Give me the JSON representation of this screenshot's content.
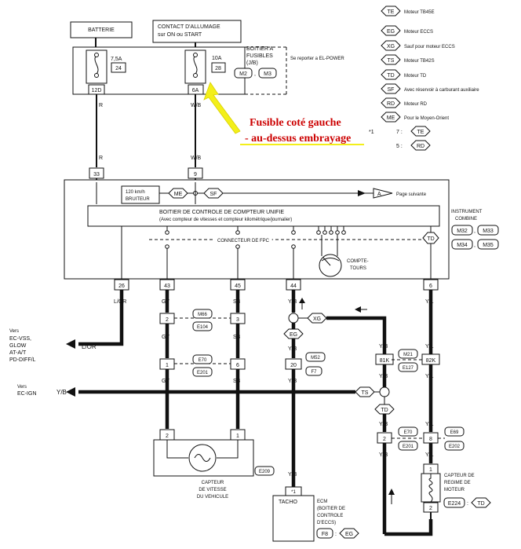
{
  "colors": {
    "annotation_red": "#cc0000",
    "annotation_yellow": "#f3ef1a",
    "ink": "#111111"
  },
  "top": {
    "battery": "BATTERIE",
    "ignition_line1": "CONTACT D'ALLUMAGE",
    "ignition_line2": "sur ON ou START",
    "fuse_box_line1": "BOITIER A",
    "fuse_box_line2": "FUSIBLES",
    "fuse_box_line3": "(J/B)",
    "see_el_power": "Se reporter a EL-POWER",
    "fuse1_rating": "7,5A",
    "fuse1_num": "24",
    "fuse2_rating": "10A",
    "fuse2_num": "28",
    "conn_m2": "M2",
    "conn_m3": "M3",
    "pin_12d": "12D",
    "pin_6a": "6A"
  },
  "annotation": {
    "line1": "Fusible coté gauche",
    "line2": "- au-dessus embrayage"
  },
  "legend": [
    {
      "code": "TE",
      "text": "Moteur TB45E"
    },
    {
      "code": "EG",
      "text": "Moteur ECCS"
    },
    {
      "code": "XG",
      "text": "Sauf pour moteur ECCS"
    },
    {
      "code": "TS",
      "text": "Moteur TB42S"
    },
    {
      "code": "TD",
      "text": "Moteur TD"
    },
    {
      "code": "SF",
      "text": "Avec réservoir à carburant auxiliaire"
    },
    {
      "code": "RD",
      "text": "Moteur RD"
    },
    {
      "code": "ME",
      "text": "Pour le Moyen-Orient"
    }
  ],
  "footnote": {
    "star": "*1",
    "n7": "7 :",
    "c7": "TE",
    "n5": "5 :",
    "c5": "RD"
  },
  "wires": {
    "r": "R",
    "wb": "W/B",
    "lor": "L/OR",
    "gy": "GY",
    "sb": "SB",
    "yb": "Y/B",
    "yl": "Y/L"
  },
  "pins": {
    "p33": "33",
    "p9": "9",
    "p26": "26",
    "p43": "43",
    "p45": "45",
    "p44": "44",
    "p6": "6",
    "c2a": "2",
    "c3": "3",
    "c1a": "1",
    "c6a": "6",
    "c20": "20",
    "c81k": "81K",
    "c82k": "82K",
    "c2b": "2",
    "c8": "8",
    "c2c": "2",
    "c1b": "1",
    "c1c": "1",
    "c2d": "2",
    "star1": "*1"
  },
  "combo": {
    "buzzer_line1": "120 km/h",
    "buzzer_line2": "BRUITEUR",
    "me": "ME",
    "sf": "SF",
    "arrow_a": "A",
    "next_page": "Page suivante",
    "unit_line1": "BOITIER DE CONTROLE DE COMPTEUR UNIFIE",
    "unit_line2": "(Avec compteur de vitesses et compteur kilométrique/journalier)",
    "fpc": "CONNECTEUR DE FPC",
    "tacho_line1": "COMPTE-",
    "tacho_line2": "TOURS",
    "td": "TD",
    "instrument_line1": "INSTRUMENT",
    "instrument_line2": "COMBINE",
    "m32": "M32",
    "m33": "M33",
    "m34": "M34",
    "m35": "M35"
  },
  "connectors": {
    "m66": "M66",
    "e104": "E104",
    "e70a": "E70",
    "e201a": "E201",
    "xg": "XG",
    "eg": "EG",
    "m52": "M52",
    "f7": "F7",
    "m21": "M21",
    "e127": "E127",
    "ts": "TS",
    "td": "TD",
    "e70b": "E70",
    "e201b": "E201",
    "e69": "E69",
    "e202": "E202",
    "e209": "E209",
    "e224": "E224",
    "td2": "TD",
    "f8": "F8",
    "eg2": "EG"
  },
  "left": {
    "vers1": "Vers",
    "dest1": [
      "EC-VSS,",
      "GLOW",
      "AT-A/T",
      "PD-DIFF/L"
    ],
    "lor_arrow": "L/OR",
    "vers2": "Vers",
    "dest2": "EC-IGN",
    "yb_arrow": "Y/B"
  },
  "bottom": {
    "vss_line1": "CAPTEUR",
    "vss_line2": "DE VITESSE",
    "vss_line3": "DU VEHICULE",
    "tacho_label": "TACHO",
    "ecm_line1": "ECM",
    "ecm_line2": "(BOITIER DE",
    "ecm_line3": "CONTROLE",
    "ecm_line4": "D'ECCS)",
    "rpm_line1": "CAPTEUR DE",
    "rpm_line2": "REGIME DE",
    "rpm_line3": "MOTEUR"
  }
}
